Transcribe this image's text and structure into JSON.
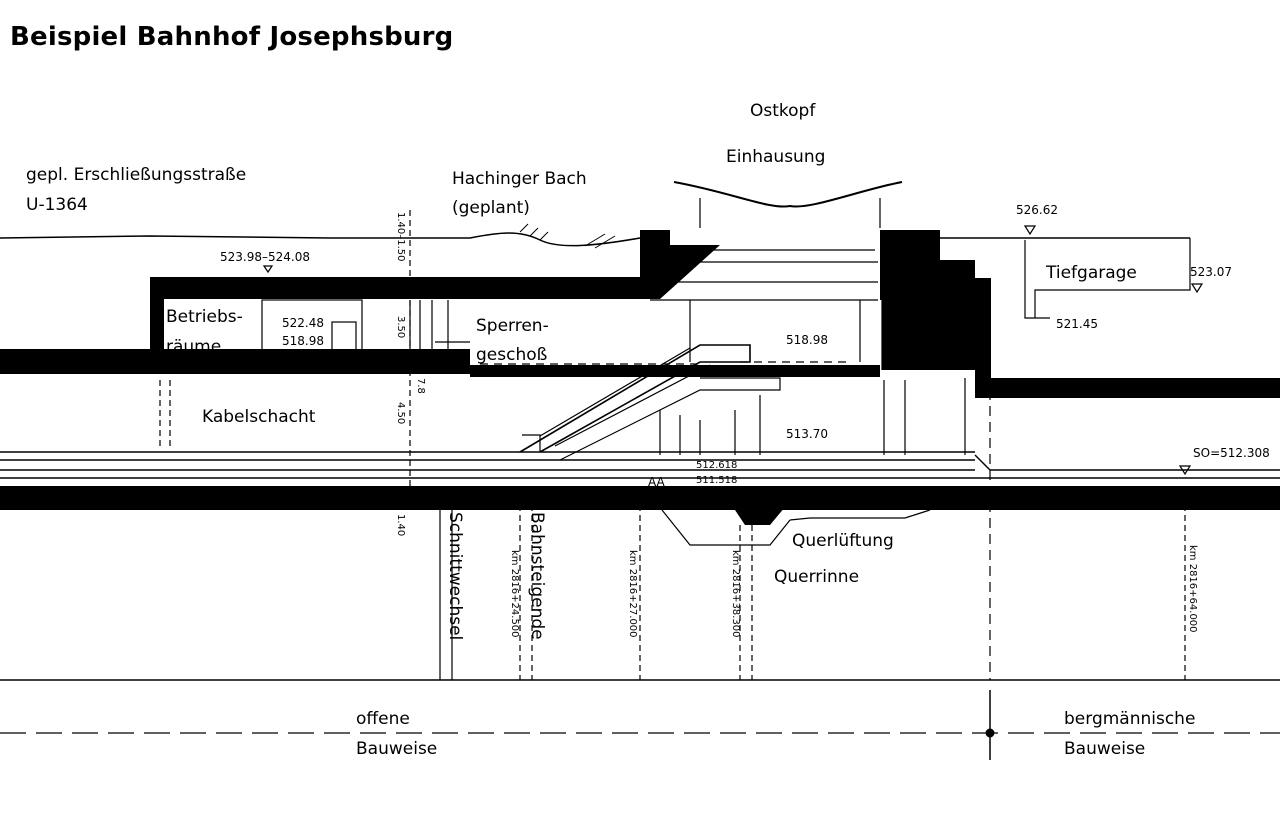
{
  "title": "Beispiel Bahnhof Josephsburg",
  "labels": {
    "street": "gepl. Erschließungsstraße",
    "street_ref": "U-1364",
    "creek": "Hachinger Bach",
    "creek_note": "(geplant)",
    "ostkopf": "Ostkopf",
    "einhausung": "Einhausung",
    "tiefgarage": "Tiefgarage",
    "betriebs1": "Betriebs-",
    "betriebs2": "räume",
    "sperren1": "Sperren-",
    "sperren2": "geschoß",
    "kabelschacht": "Kabelschacht",
    "querlueftung": "Querlüftung",
    "querrinne": "Querrinne",
    "schnittwechsel": "Schnittwechsel",
    "bahnsteigende": "Bahnsteigende",
    "offene1": "offene",
    "offene2": "Bauweise",
    "berg1": "bergmännische",
    "berg2": "Bauweise"
  },
  "elevations": {
    "e1": "523.98–524.08",
    "e2": "522.48",
    "e3": "518.98",
    "e4": "518.98",
    "e5": "513.70",
    "e6": "512.618",
    "e7": "511.518",
    "e8": "526.62",
    "e9": "523.07",
    "e10": "521.45",
    "so": "SO=512.308"
  },
  "dims": {
    "d1": "1.40–1.50",
    "d2": "3.50",
    "d3": "7.8",
    "d4": "4.50",
    "d5": "1.40"
  },
  "km": {
    "k1": "km 2816+24.500",
    "k2": "km 2816+27.000",
    "k3": "km 2816+38.300",
    "k4": "km 2816+64.000"
  },
  "marks": {
    "aa": "AA"
  }
}
